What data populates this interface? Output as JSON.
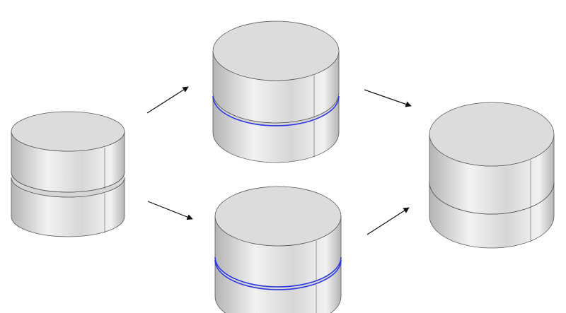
{
  "diagram": {
    "background": "#ffffff",
    "colors": {
      "top_face": "#dcdcdc",
      "side_light": "#f2f2f2",
      "side_mid": "#d6d6d6",
      "side_dark": "#b4b4b4",
      "outline": "#5a5a5a",
      "highlight": "#2a35e0",
      "arrow": "#111111"
    },
    "cylinders": [
      {
        "id": "source",
        "split": "gap",
        "highlight": "none"
      },
      {
        "id": "variant-top",
        "split": "gap",
        "highlight": "lower-rim"
      },
      {
        "id": "variant-bottom",
        "split": "gap",
        "highlight": "both-rims"
      },
      {
        "id": "result",
        "split": "joined",
        "highlight": "none"
      }
    ],
    "arrows": [
      {
        "from": "source",
        "to": "variant-top"
      },
      {
        "from": "source",
        "to": "variant-bottom"
      },
      {
        "from": "variant-top",
        "to": "result"
      },
      {
        "from": "variant-bottom",
        "to": "result"
      }
    ]
  }
}
